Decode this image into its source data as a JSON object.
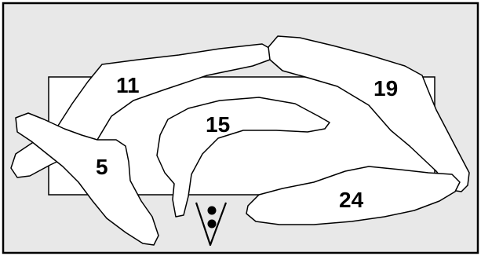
{
  "colors": {
    "background": "#e8e8e8",
    "outline": "#000000",
    "shape_fill": "#ffffff"
  },
  "icons": {
    "marker": "triangle-with-two-dots-icon"
  },
  "labels": {
    "region_11": "11",
    "region_15": "15",
    "region_19": "19",
    "region_5": "5",
    "region_24": "24"
  }
}
